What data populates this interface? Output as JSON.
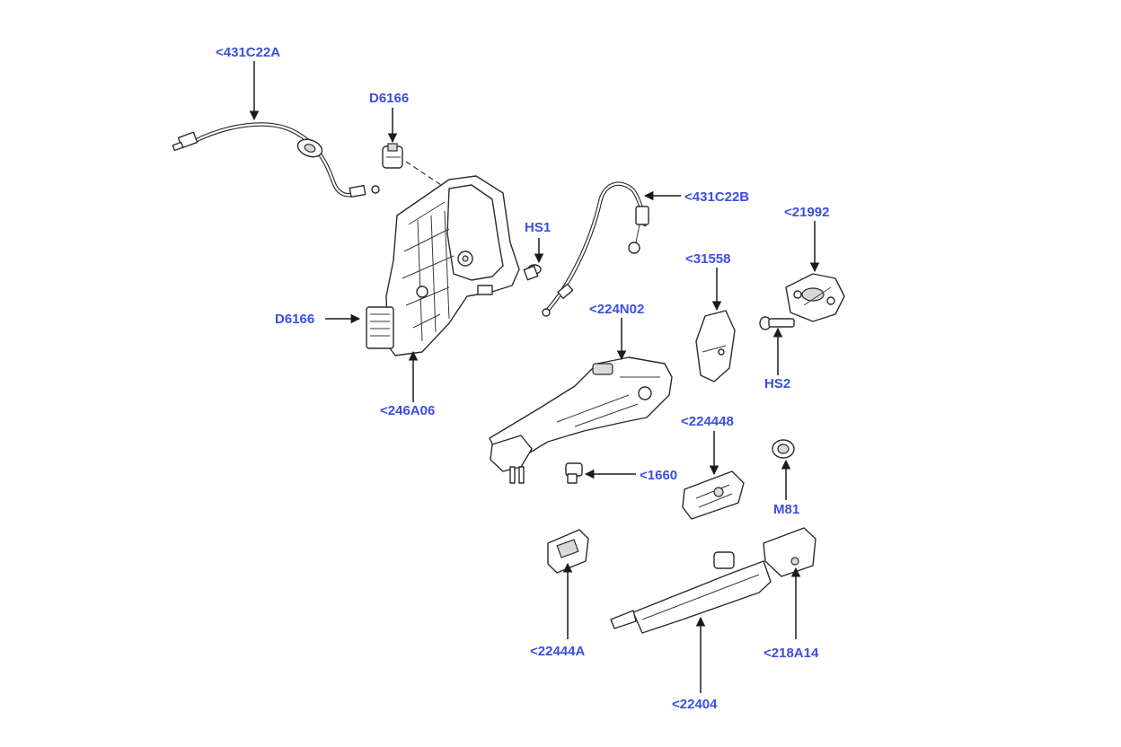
{
  "callouts": {
    "c431C22A": "<431C22A",
    "cD6166_top": "D6166",
    "cD6166_side": "D6166",
    "c246A06": "<246A06",
    "cHS1": "HS1",
    "c431C22B": "<431C22B",
    "c21992": "<21992",
    "c31558": "<31558",
    "c224N02": "<224N02",
    "cHS2": "HS2",
    "c224448": "<224448",
    "c1660": "<1660",
    "cM81": "M81",
    "c22444A": "<22444A",
    "c218A14": "<218A14",
    "c22404": "<22404"
  },
  "colors": {
    "callout": "#3b4fe0",
    "line": "#1a1a1a"
  }
}
